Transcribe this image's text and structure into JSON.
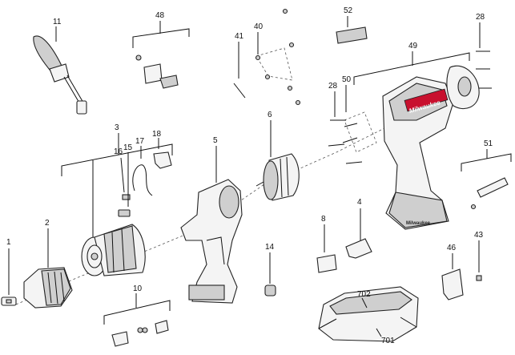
{
  "diagram": {
    "labels": {
      "p1": "1",
      "p2": "2",
      "p3": "3",
      "p4": "4",
      "p5": "5",
      "p6": "6",
      "p8": "8",
      "p10": "10",
      "p11": "11",
      "p14": "14",
      "p15": "15",
      "p16": "16",
      "p17": "17",
      "p18": "18",
      "p28a": "28",
      "p28b": "28",
      "p40": "40",
      "p41": "41",
      "p43": "43",
      "p46": "46",
      "p48": "48",
      "p49": "49",
      "p50": "50",
      "p51": "51",
      "p52": "52",
      "p701": "701",
      "p702": "702"
    },
    "brand_text": "Milwaukee",
    "battery_text": "Milwaukee"
  }
}
